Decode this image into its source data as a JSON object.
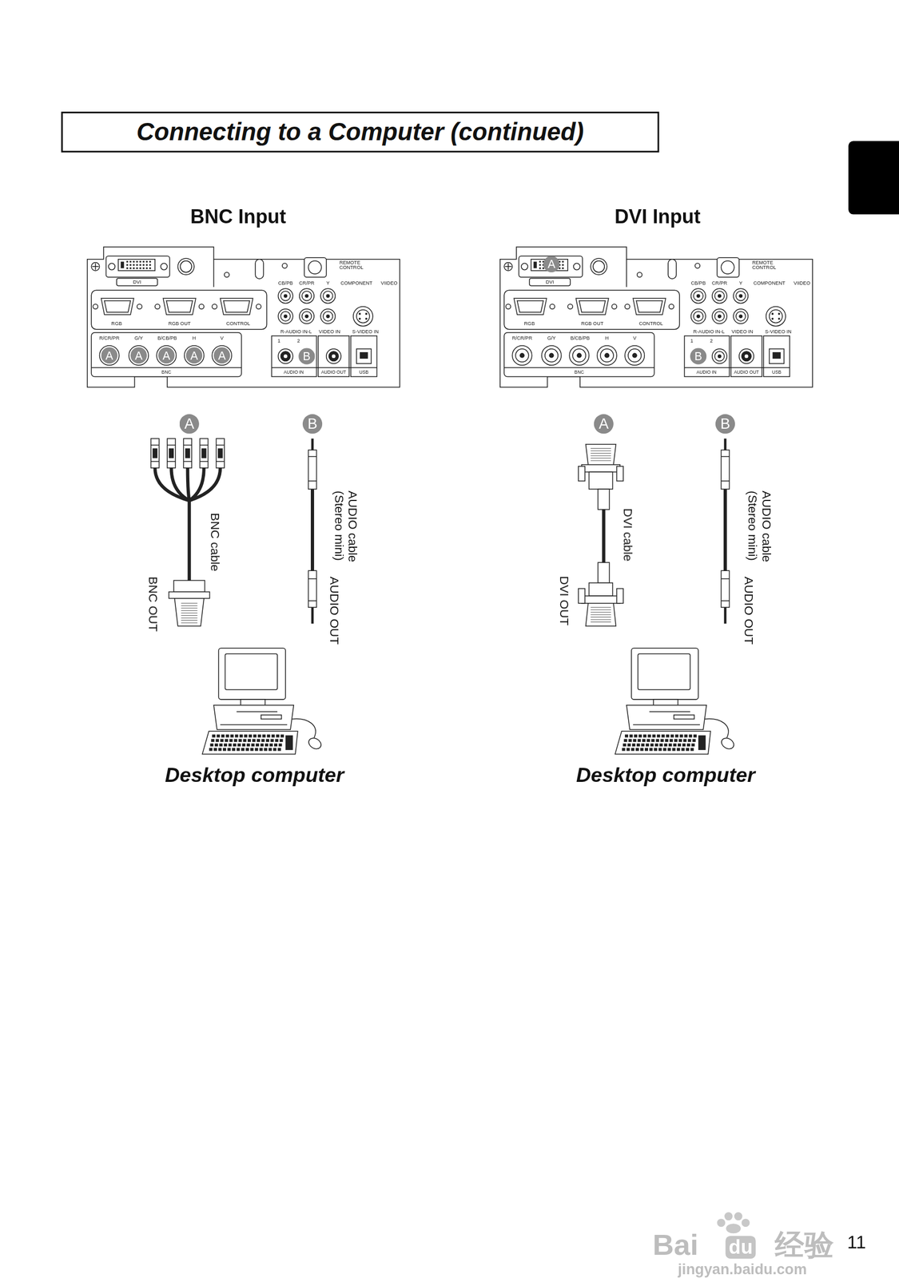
{
  "diagram": {
    "title": "Connecting to a Computer (continued)",
    "nodes": [
      {
        "text": [
          "Desktop computer"
        ]
      },
      {
        "text": [
          "Desktop computer"
        ]
      }
    ],
    "labels": [
      "BNC Input",
      "DVI Input",
      "DVI",
      "REMOTE CONTROL",
      "CB/PB",
      "CR/PR",
      "Y",
      "COMPONENT",
      "VIIDEO",
      "RGB",
      "RGB OUT",
      "CONTROL",
      "R-AUDIO IN-L",
      "VIDEO IN",
      "S-VIDEO IN",
      "R/CR/PR",
      "G/Y",
      "B/CB/PB",
      "H",
      "V",
      "BNC",
      "1",
      "2",
      "AUDIO IN",
      "AUDIO OUT",
      "USB",
      "DVI",
      "REMOTE CONTROL",
      "CB/PB",
      "CR/PR",
      "Y",
      "COMPONENT",
      "VIIDEO",
      "RGB",
      "RGB OUT",
      "CONTROL",
      "R-AUDIO IN-L",
      "VIDEO IN",
      "S-VIDEO IN",
      "R/CR/PR",
      "G/Y",
      "B/CB/PB",
      "H",
      "V",
      "BNC",
      "1",
      "2",
      "AUDIO IN",
      "AUDIO OUT",
      "USB",
      "A",
      "A",
      "A",
      "A",
      "A",
      "B",
      "A",
      "B",
      "A",
      "B",
      "BNC cable",
      "BNC OUT",
      "AUDIO cable (Stereo mini)",
      "AUDIO OUT",
      "A",
      "B",
      "DVI cable",
      "DVI OUT",
      "AUDIO cable (Stereo mini)",
      "AUDIO OUT",
      "11",
      "Bai",
      "du",
      "经验",
      "jingyan.baidu.com"
    ]
  }
}
